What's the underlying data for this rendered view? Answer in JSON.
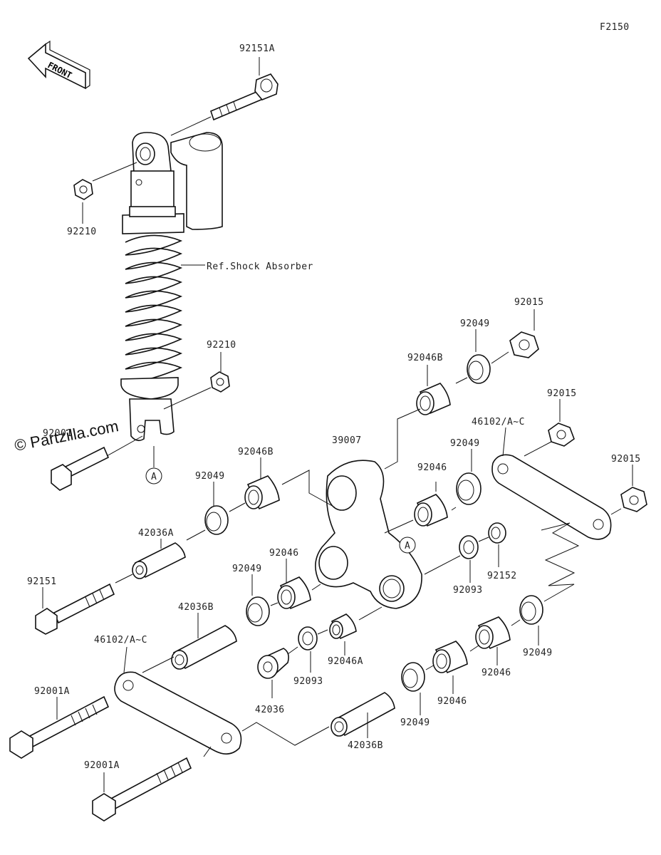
{
  "diagram": {
    "code": "F2150",
    "front_label": "FRONT",
    "watermark": "© Partzilla.com",
    "ref_label": "Ref.Shock Absorber",
    "callout_A": "A",
    "parts": {
      "p92151A": "92151A",
      "p92210_top": "92210",
      "p92210_mid": "92210",
      "p92001": "92001",
      "p92015_top": "92015",
      "p92049_top": "92049",
      "p92046B_top": "92046B",
      "p92015_mid": "92015",
      "p46102_top": "46102/A~C",
      "p92015_right": "92015",
      "p39007": "39007",
      "p92049_r2": "92049",
      "p92046_r": "92046",
      "p92046B_left": "92046B",
      "p92049_left": "92049",
      "p42036A": "42036A",
      "p92151": "92151",
      "p92046_mid": "92046",
      "p92049_mid": "92049",
      "p92093_right": "92093",
      "p92152": "92152",
      "p42036B_top": "42036B",
      "p46102_bottom": "46102/A~C",
      "p92046A": "92046A",
      "p92093_low": "92093",
      "p42036": "42036",
      "p92001A_left": "92001A",
      "p92001A_bottom": "92001A",
      "p42036B_bottom": "42036B",
      "p92049_bottom": "92049",
      "p92046_bottom": "92046",
      "p92046_right_low": "92046",
      "p92049_right_low": "92049"
    }
  }
}
